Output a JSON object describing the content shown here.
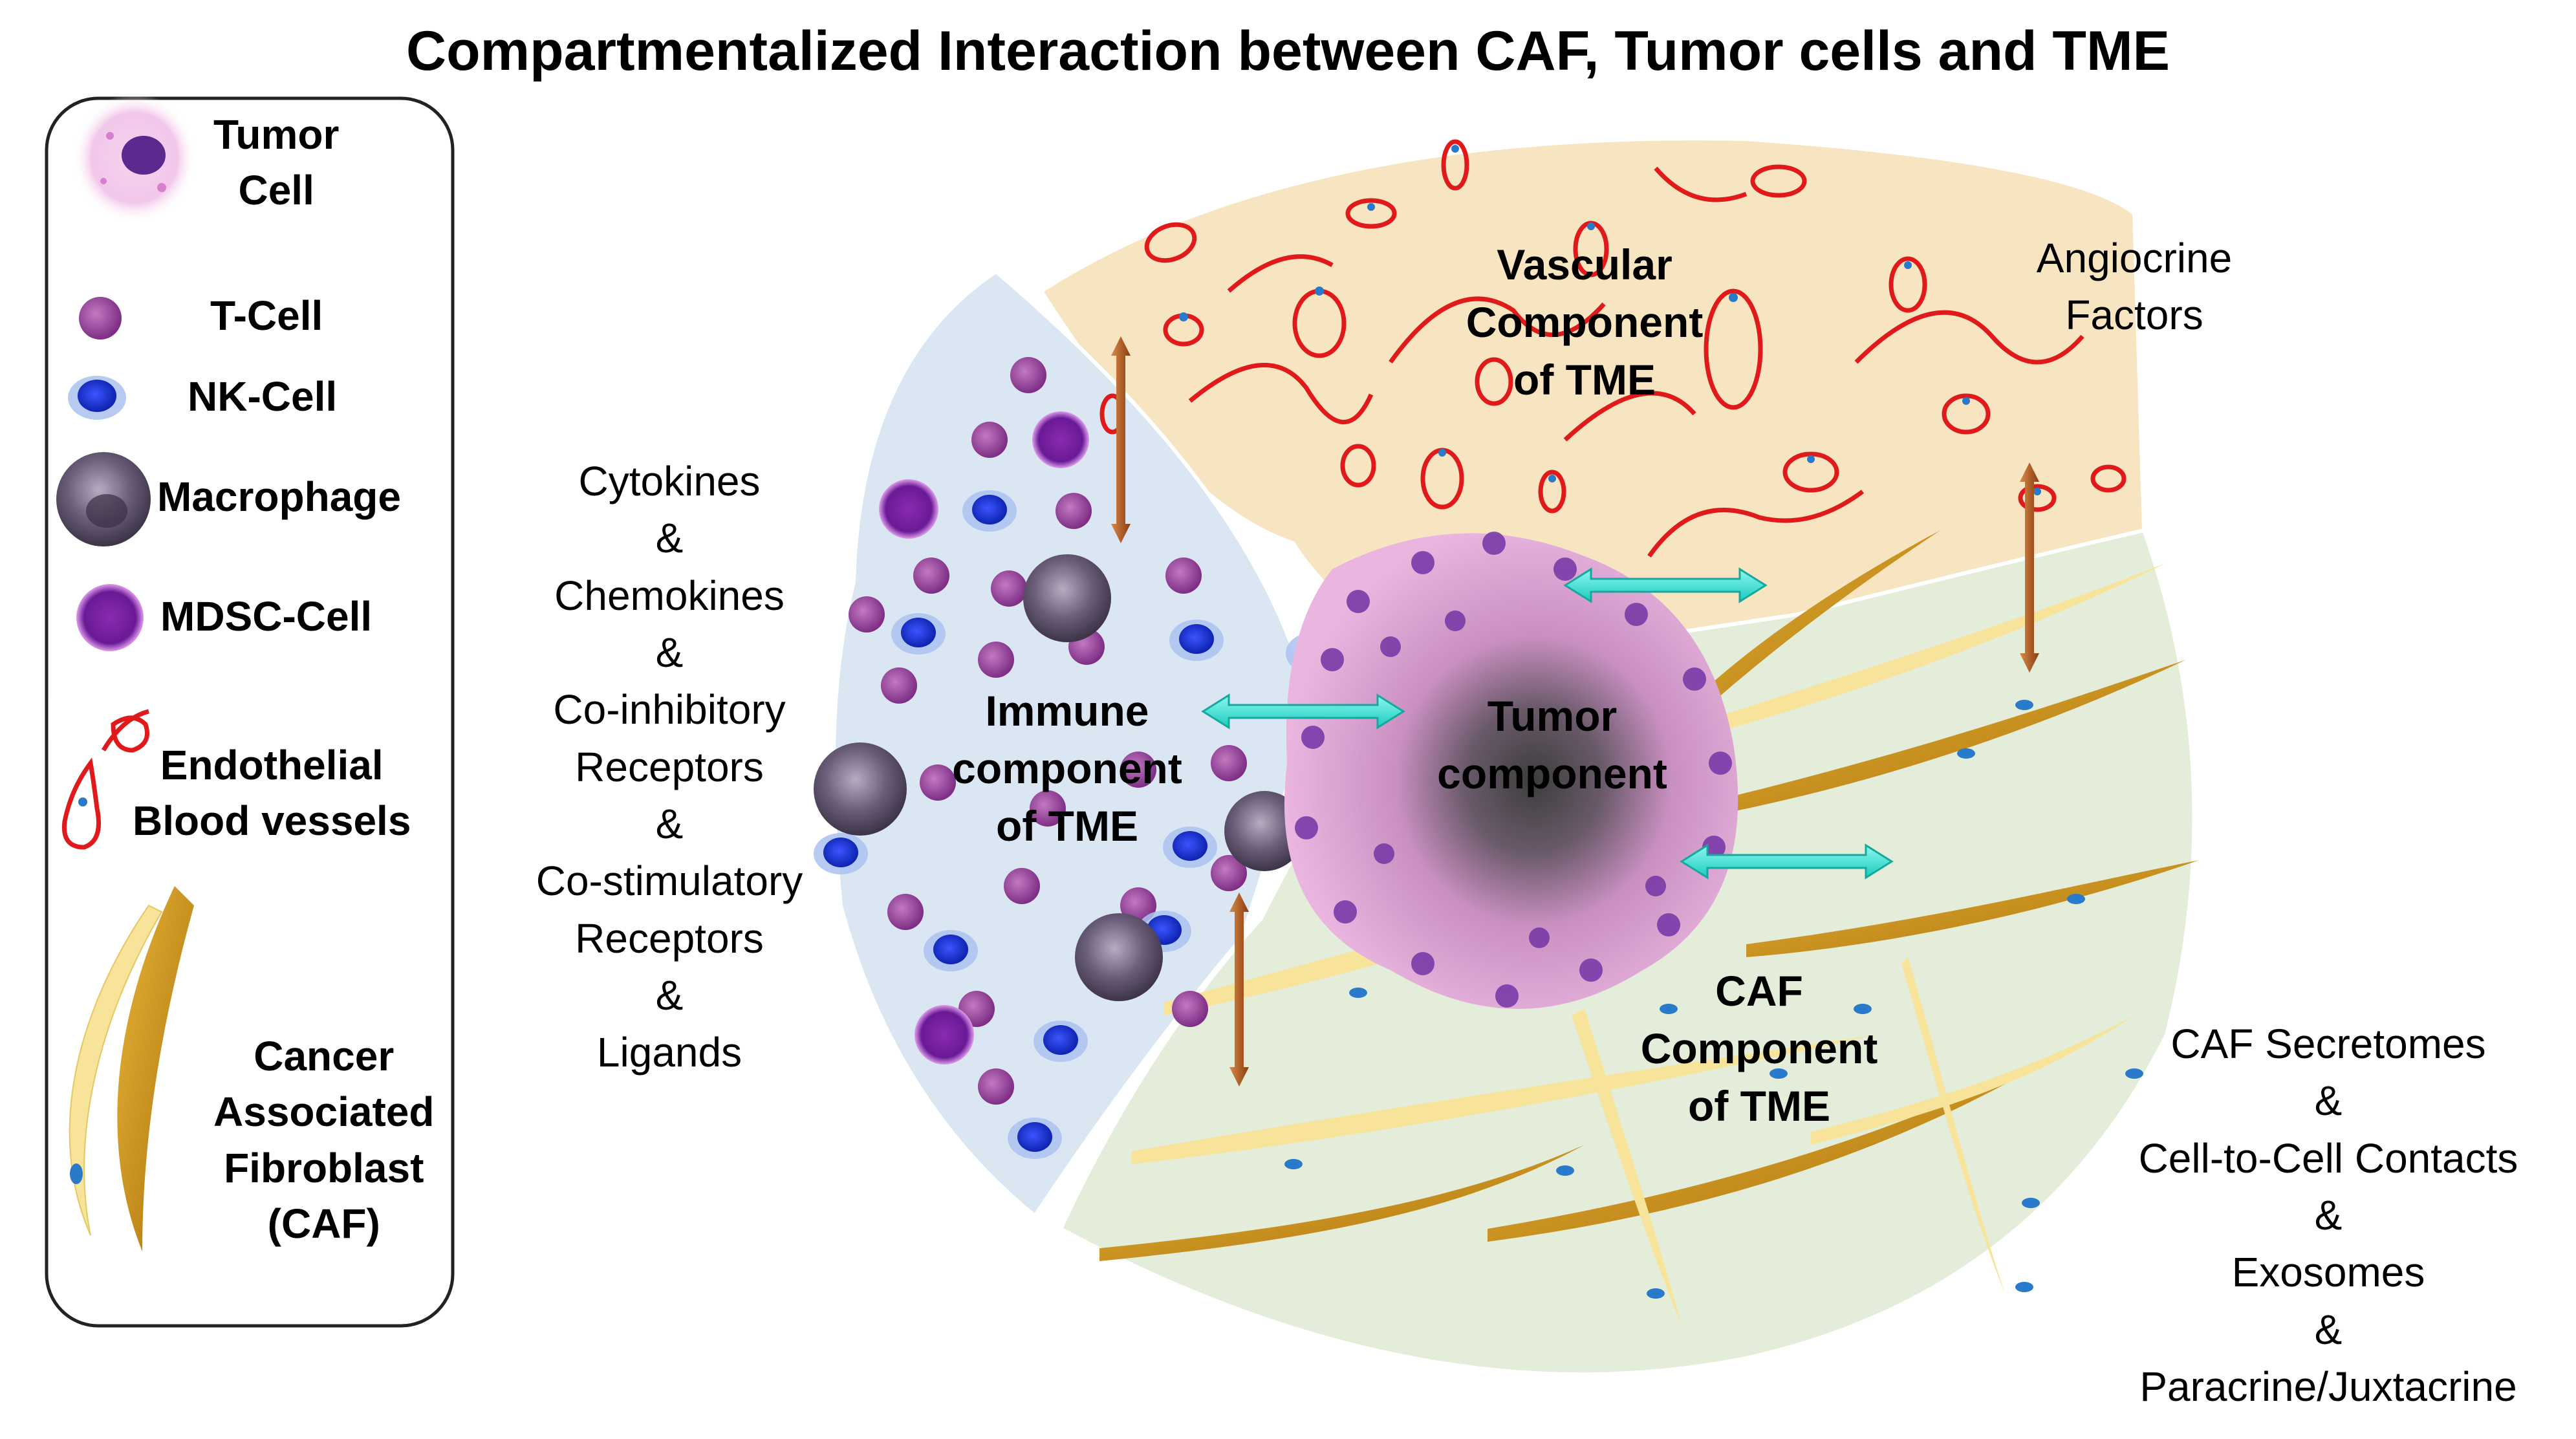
{
  "title": "Compartmentalized Interaction between CAF, Tumor cells and TME",
  "legend": {
    "tumor_cell": "Tumor\nCell",
    "t_cell": "T-Cell",
    "nk_cell": "NK-Cell",
    "macrophage": "Macrophage",
    "mdsc_cell": "MDSC-Cell",
    "endothelial": "Endothelial\nBlood vessels",
    "caf": "Cancer\nAssociated\nFibroblast\n(CAF)"
  },
  "regions": {
    "vascular": "Vascular\nComponent\nof TME",
    "immune": "Immune\ncomponent\nof TME",
    "tumor": "Tumor\ncomponent",
    "caf": "CAF\nComponent\nof TME"
  },
  "annotations": {
    "immune_side": "Cytokines\n&\nChemokines\n&\nCo-inhibitory\nReceptors\n&\nCo-stimulatory\nReceptors\n&\nLigands",
    "vascular_side": "Angiocrine\nFactors",
    "caf_side": "CAF Secretomes\n&\nCell-to-Cell Contacts\n&\nExosomes\n&\nParacrine/Juxtacrine"
  },
  "colors": {
    "vascular_bg": "#f7e4c0",
    "immune_bg": "#dbe6f3",
    "caf_bg": "#e3edd9",
    "tumor_pink": "#e6a8d8",
    "vessel_red": "#e01a1a",
    "arrow_cyan": "#2fe3d6",
    "arrow_brown": "#b05a1e",
    "fibroblast_gold": "#c98e14"
  }
}
